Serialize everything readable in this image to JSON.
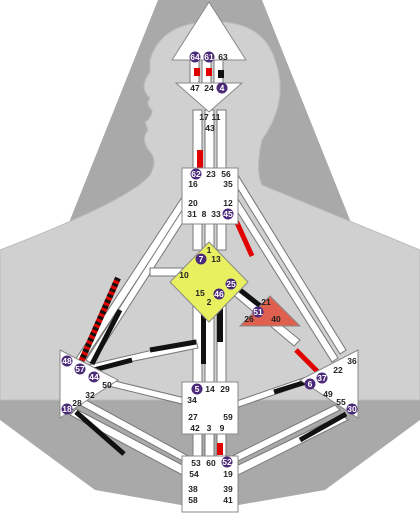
{
  "colors": {
    "background_fill": "#a9a9a9",
    "silhouette": "#d0d0d0",
    "center_fill": "#ffffff",
    "center_stroke": "#888888",
    "defined_yellow": "#e8f060",
    "defined_red": "#e06050",
    "channel_black": "#111111",
    "channel_red": "#e00000",
    "gate_active": "#4b2a7a"
  },
  "gates": {
    "g64": "64",
    "g61": "61",
    "g63": "63",
    "g47": "47",
    "g24": "24",
    "g4": "4",
    "g17": "17",
    "g11": "11",
    "g43": "43",
    "g62": "62",
    "g23": "23",
    "g56": "56",
    "g16": "16",
    "g35": "35",
    "g20": "20",
    "g12": "12",
    "g31": "31",
    "g8": "8",
    "g33": "33",
    "g45": "45",
    "g1": "1",
    "g7": "7",
    "g13": "13",
    "g10": "10",
    "g25": "25",
    "g15": "15",
    "g46": "46",
    "g2": "2",
    "g21": "21",
    "g51": "51",
    "g26": "26",
    "g40": "40",
    "g48": "48",
    "g57": "57",
    "g44": "44",
    "g50": "50",
    "g32": "32",
    "g28": "28",
    "g18": "18",
    "g36": "36",
    "g22": "22",
    "g6": "6",
    "g37": "37",
    "g49": "49",
    "g55": "55",
    "g30": "30",
    "g5": "5",
    "g14": "14",
    "g29": "29",
    "g34": "34",
    "g27": "27",
    "g59": "59",
    "g42": "42",
    "g3": "3",
    "g9": "9",
    "g53": "53",
    "g60": "60",
    "g52": "52",
    "g54": "54",
    "g19": "19",
    "g38": "38",
    "g39": "39",
    "g58": "58",
    "g41": "41"
  }
}
